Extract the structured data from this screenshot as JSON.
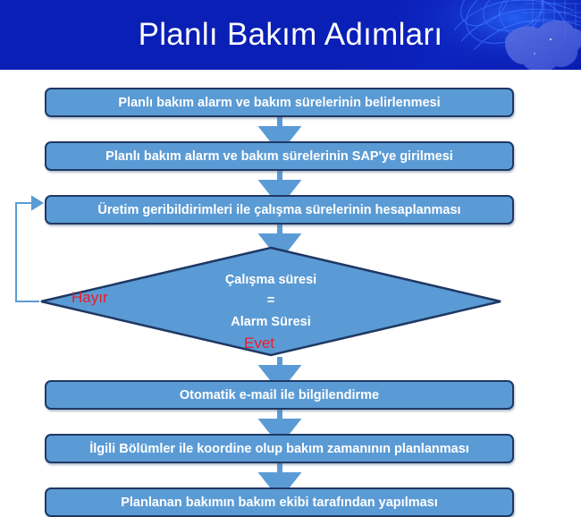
{
  "header": {
    "title": "Planlı Bakım Adımları",
    "background_color": "#0a1fb5",
    "title_color": "#ffffff",
    "decoration_icon": "abstract-network-swirl-graphic"
  },
  "theme": {
    "box_fill": "#5b9bd5",
    "box_border": "#1f3864",
    "box_text_color": "#ffffff",
    "connector_color": "#5b9bd5",
    "branch_label_color": "#ef1b26",
    "page_background": "#ffffff"
  },
  "flowchart": {
    "type": "process-flow",
    "orientation": "top-to-bottom",
    "steps": [
      {
        "id": "step1",
        "shape": "rounded-rectangle",
        "text": "Planlı bakım alarm ve bakım sürelerinin belirlenmesi"
      },
      {
        "id": "step2",
        "shape": "rounded-rectangle",
        "text": "Planlı bakım alarm ve bakım sürelerinin SAP'ye girilmesi"
      },
      {
        "id": "step3",
        "shape": "rounded-rectangle",
        "text": "Üretim geribildirimleri ile çalışma sürelerinin hesaplanması"
      },
      {
        "id": "step4",
        "shape": "rounded-rectangle",
        "text": "Otomatik e-mail ile bilgilendirme"
      },
      {
        "id": "step5",
        "shape": "rounded-rectangle",
        "text": "İlgili Bölümler ile koordine olup bakım zamanının planlanması"
      },
      {
        "id": "step6",
        "shape": "rounded-rectangle",
        "text": "Planlanan bakımın bakım ekibi tarafından yapılması"
      }
    ],
    "decision": {
      "id": "decision1",
      "shape": "diamond",
      "lines": [
        "Çalışma süresi",
        "=",
        "Alarm Süresi"
      ],
      "branch_no_label": "Hayır",
      "branch_yes_label": "Evet"
    },
    "connectors": [
      {
        "from": "step1",
        "to": "step2",
        "style": "arrow-down"
      },
      {
        "from": "step2",
        "to": "step3",
        "style": "arrow-down"
      },
      {
        "from": "step3",
        "to": "decision1",
        "style": "arrow-down"
      },
      {
        "from": "decision1",
        "to": "step3",
        "style": "feedback-loop-left",
        "label": "Hayır"
      },
      {
        "from": "decision1",
        "to": "step4",
        "style": "arrow-down",
        "label": "Evet"
      },
      {
        "from": "step4",
        "to": "step5",
        "style": "arrow-down"
      },
      {
        "from": "step5",
        "to": "step6",
        "style": "arrow-down"
      }
    ]
  }
}
